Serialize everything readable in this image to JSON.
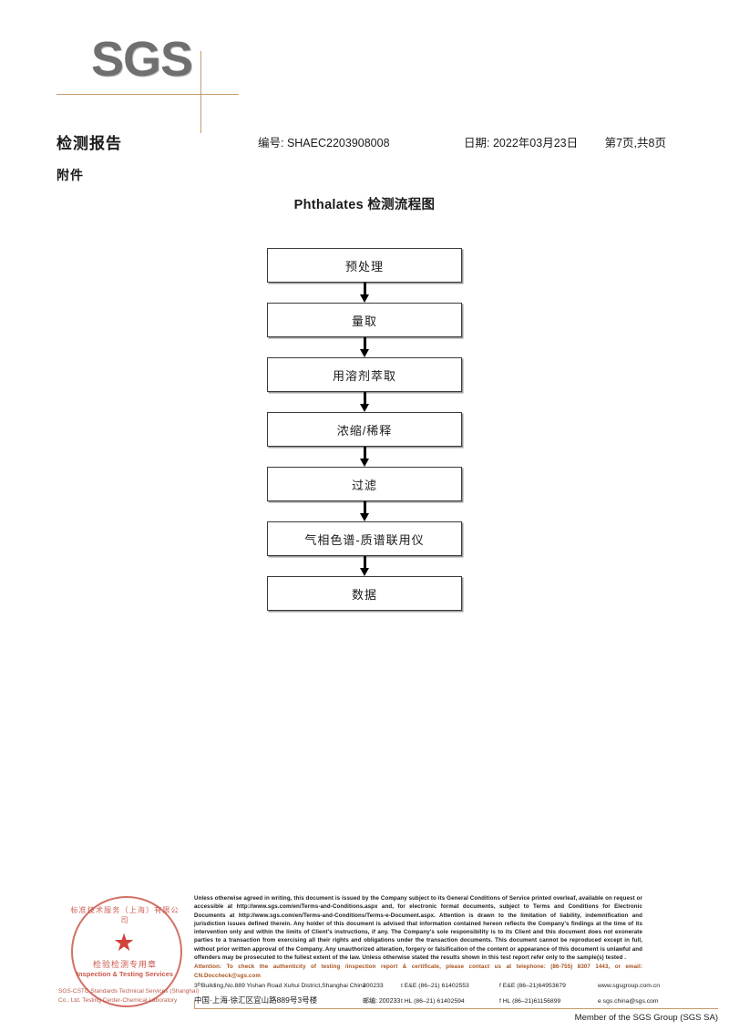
{
  "header": {
    "logo_text": "SGS",
    "doc_title": "检测报告",
    "attachment_label": "附件",
    "report_no": "编号: SHAEC2203908008",
    "date": "日期: 2022年03月23日",
    "page": "第7页,共8页"
  },
  "flowchart": {
    "title": "Phthalates 检测流程图",
    "steps": [
      {
        "label": "预处理"
      },
      {
        "label": "量取"
      },
      {
        "label": "用溶剂萃取"
      },
      {
        "label": "浓缩/稀释"
      },
      {
        "label": "过滤"
      },
      {
        "label": "气相色谱-质谱联用仪"
      },
      {
        "label": "数据"
      }
    ]
  },
  "stamp": {
    "arc_text": "标准技术服务（上海）有限公司",
    "cn_text": "检验检测专用章",
    "en_text": "Inspection & Testing Services",
    "company": "SGS-CSTC Standards Technical Services (Shanghai) Co., Ltd. Testing Center-Chemical Laboratory"
  },
  "legal": {
    "body": "Unless otherwise agreed in writing, this document is issued by the Company subject to its General Conditions of Service printed overleaf, available on request or accessible at http://www.sgs.com/en/Terms-and-Conditions.aspx and, for electronic format documents, subject to Terms and Conditions for Electronic Documents at http://www.sgs.com/en/Terms-and-Conditions/Terms-e-Document.aspx. Attention is drawn to the limitation of liability, indemnification and jurisdiction issues defined therein. Any holder of this document is advised that information contained hereon reflects the Company's findings at the time of its intervention only and within the limits of Client's instructions, if any. The Company's sole responsibility is to its Client and this document does not exonerate parties to a transaction from exercising all their rights and obligations under the transaction documents. This document cannot be reproduced except in full, without prior written approval of the Company. Any unauthorized alteration, forgery or falsification of the content or appearance of this document is unlawful and offenders may be prosecuted to the fullest extent of the law. Unless otherwise stated the results shown in this test report refer only to the sample(s) tested .",
    "attention": "Attention: To check the authenticity of testing /inspection report & certificate, please contact us at telephone: (86-755) 8307 1443, or email: CN.Doccheck@sgs.com",
    "attention_color": "#a8521f"
  },
  "address": {
    "en": {
      "street": "3ᵗʰBuilding,No.889 Yishan Road Xuhui District,Shanghai China",
      "zip": "200233",
      "tel": "t E&E (86–21) 61402553",
      "fax": "f E&E (86–21)64953679",
      "web": "www.sgsgroup.com.cn"
    },
    "cn": {
      "street": "中国·上海·徐汇区宜山路889号3号楼",
      "zip": "邮编: 200233",
      "tel": "t HL (86–21) 61402594",
      "fax": "f HL (86–21)61156899",
      "web": "e  sgs.china@sgs.com"
    }
  },
  "footer": {
    "member_line": "Member of the SGS Group (SGS SA)"
  },
  "colors": {
    "logo_gray": "#6f6f6f",
    "rule_tan": "#c79a6b",
    "stamp_red": "#c0392b",
    "attention_brown": "#a8521f"
  }
}
